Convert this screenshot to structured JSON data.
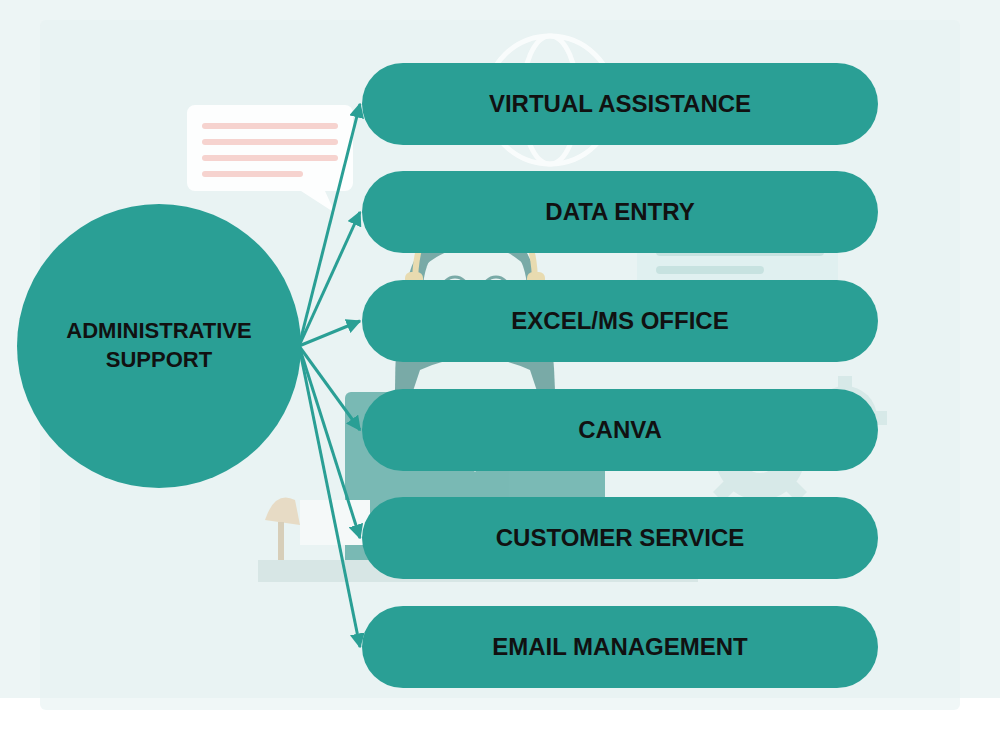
{
  "diagram": {
    "nodes": [
      {
        "text": [
          "ADMINISTRATIVE SUPPORT"
        ]
      },
      {
        "text": [
          "VIRTUAL ASSISTANCE"
        ]
      },
      {
        "text": [
          "DATA ENTRY"
        ]
      },
      {
        "text": [
          "EXCEL/MS OFFICE"
        ]
      },
      {
        "text": [
          "CANVA"
        ]
      },
      {
        "text": [
          "CUSTOMER SERVICE"
        ]
      },
      {
        "text": [
          "EMAIL MANAGEMENT"
        ]
      }
    ],
    "edges": [
      {
        "from": 0,
        "to": 1,
        "arrow": "to"
      },
      {
        "from": 0,
        "to": 2,
        "arrow": "to"
      },
      {
        "from": 0,
        "to": 3,
        "arrow": "to"
      },
      {
        "from": 0,
        "to": 4,
        "arrow": "to"
      },
      {
        "from": 0,
        "to": 5,
        "arrow": "to"
      },
      {
        "from": 0,
        "to": 6,
        "arrow": "to"
      }
    ]
  }
}
